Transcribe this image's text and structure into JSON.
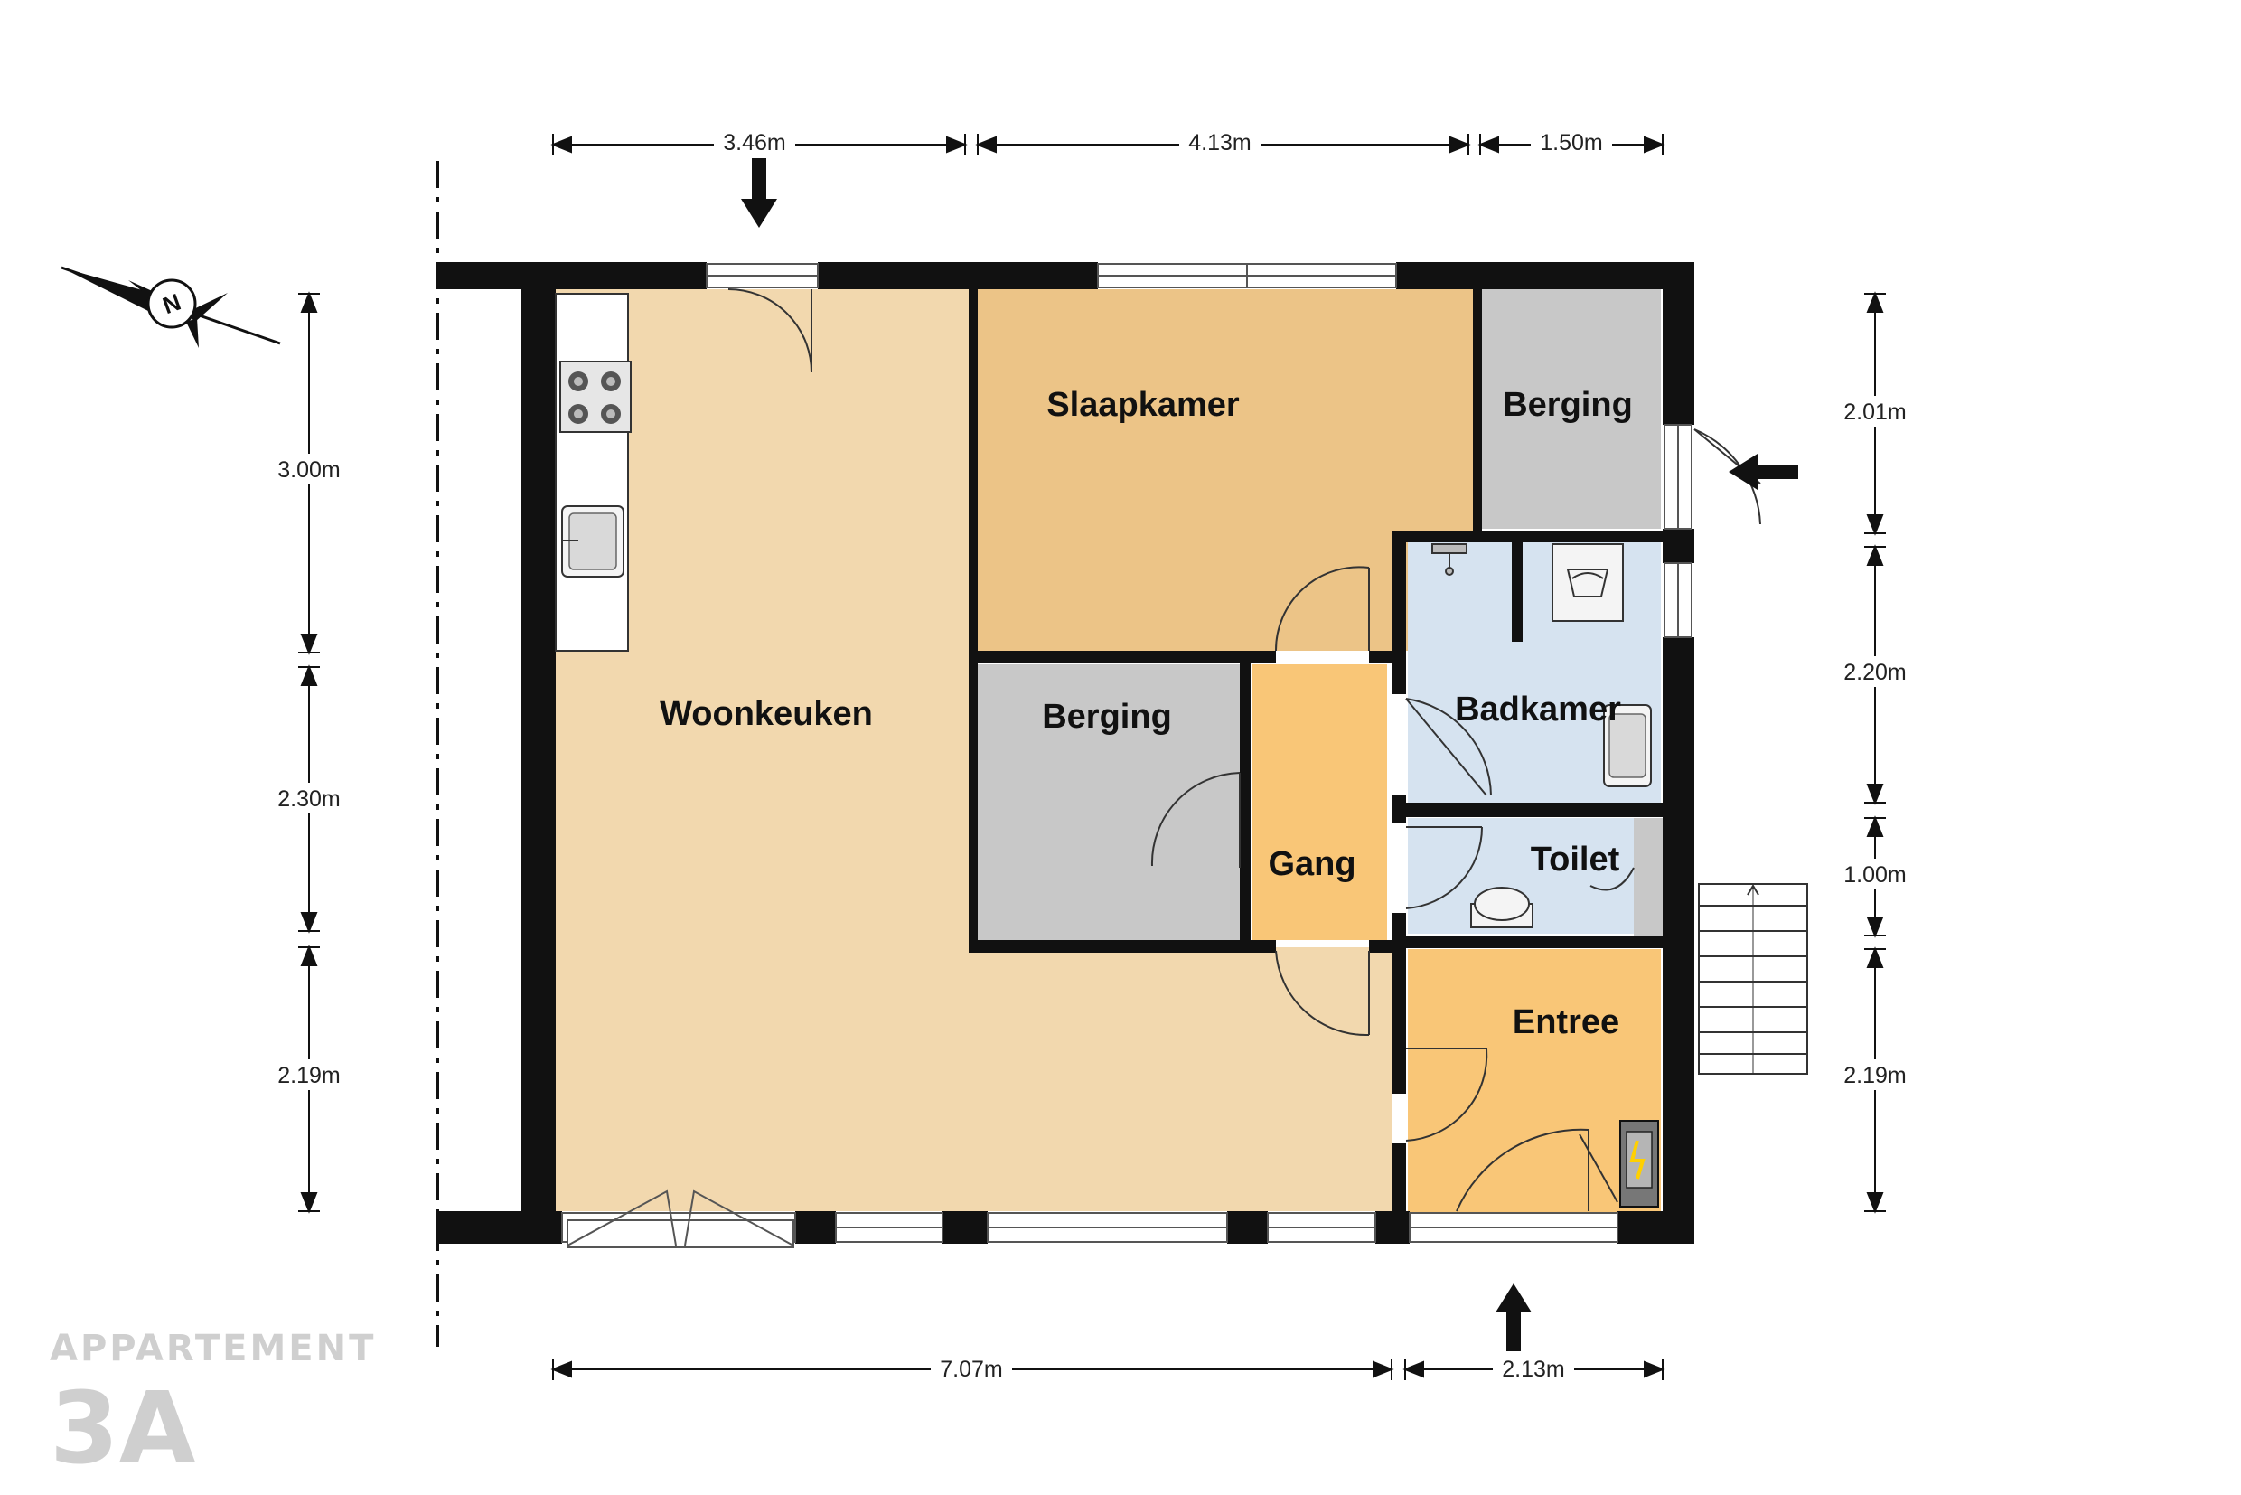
{
  "rooms": {
    "woonkeuken": "Woonkeuken",
    "slaapkamer": "Slaapkamer",
    "berging_top": "Berging",
    "berging_mid": "Berging",
    "gang": "Gang",
    "badkamer": "Badkamer",
    "toilet": "Toilet",
    "entree": "Entree"
  },
  "colors": {
    "woonkeuken": "#f2d8ae",
    "slaapkamer": "#ecc487",
    "berging": "#c8c8c8",
    "gang": "#f9c677",
    "entree": "#f9c677",
    "bath": "#d6e3f0",
    "wall": "#111111"
  },
  "dimensions": {
    "top": [
      "3.46m",
      "4.13m",
      "1.50m"
    ],
    "bottom": [
      "7.07m",
      "2.13m"
    ],
    "left": [
      "3.00m",
      "2.30m",
      "2.19m"
    ],
    "right": [
      "2.01m",
      "2.20m",
      "1.00m",
      "2.19m"
    ]
  },
  "compass": {
    "letter": "N"
  },
  "branding": {
    "line1": "APPARTEMENT",
    "line2": "3A"
  },
  "icons": [
    "compass-icon",
    "entrance-arrow-icon",
    "stove-icon",
    "sink-icon",
    "shower-icon",
    "washing-machine-icon",
    "toilet-icon",
    "meter-cabinet-icon",
    "stairs-icon"
  ]
}
